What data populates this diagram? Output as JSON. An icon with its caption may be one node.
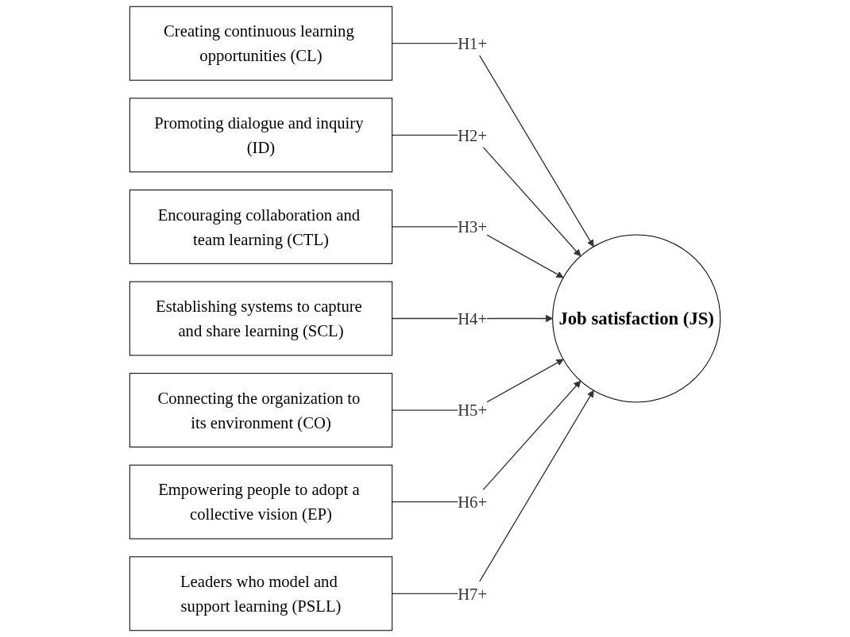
{
  "diagram": {
    "nodes": [
      {
        "text": [
          "Creating continuous learning opportunities (CL)"
        ]
      },
      {
        "text": [
          "Promoting dialogue and inquiry (ID)"
        ]
      },
      {
        "text": [
          "Encouraging collaboration and team learning (CTL)"
        ]
      },
      {
        "text": [
          "Establishing systems to capture and share learning (SCL)"
        ]
      },
      {
        "text": [
          "Connecting the organization to its environment (CO)"
        ]
      },
      {
        "text": [
          "Empowering people to adopt a collective vision (EP)"
        ]
      },
      {
        "text": [
          "Leaders who model and support learning (PSLL)"
        ]
      },
      {
        "text": [
          "Job satisfaction (JS)"
        ]
      }
    ],
    "edges": [
      {
        "from": 0,
        "to": 7,
        "arrow": "to",
        "label": "H1+"
      },
      {
        "from": 1,
        "to": 7,
        "arrow": "to",
        "label": "H2+"
      },
      {
        "from": 2,
        "to": 7,
        "arrow": "to",
        "label": "H3+"
      },
      {
        "from": 3,
        "to": 7,
        "arrow": "to",
        "label": "H4+"
      },
      {
        "from": 4,
        "to": 7,
        "arrow": "to",
        "label": "H5+"
      },
      {
        "from": 5,
        "to": 7,
        "arrow": "to",
        "label": "H6+"
      },
      {
        "from": 6,
        "to": 7,
        "arrow": "to",
        "label": "H7+"
      }
    ]
  }
}
